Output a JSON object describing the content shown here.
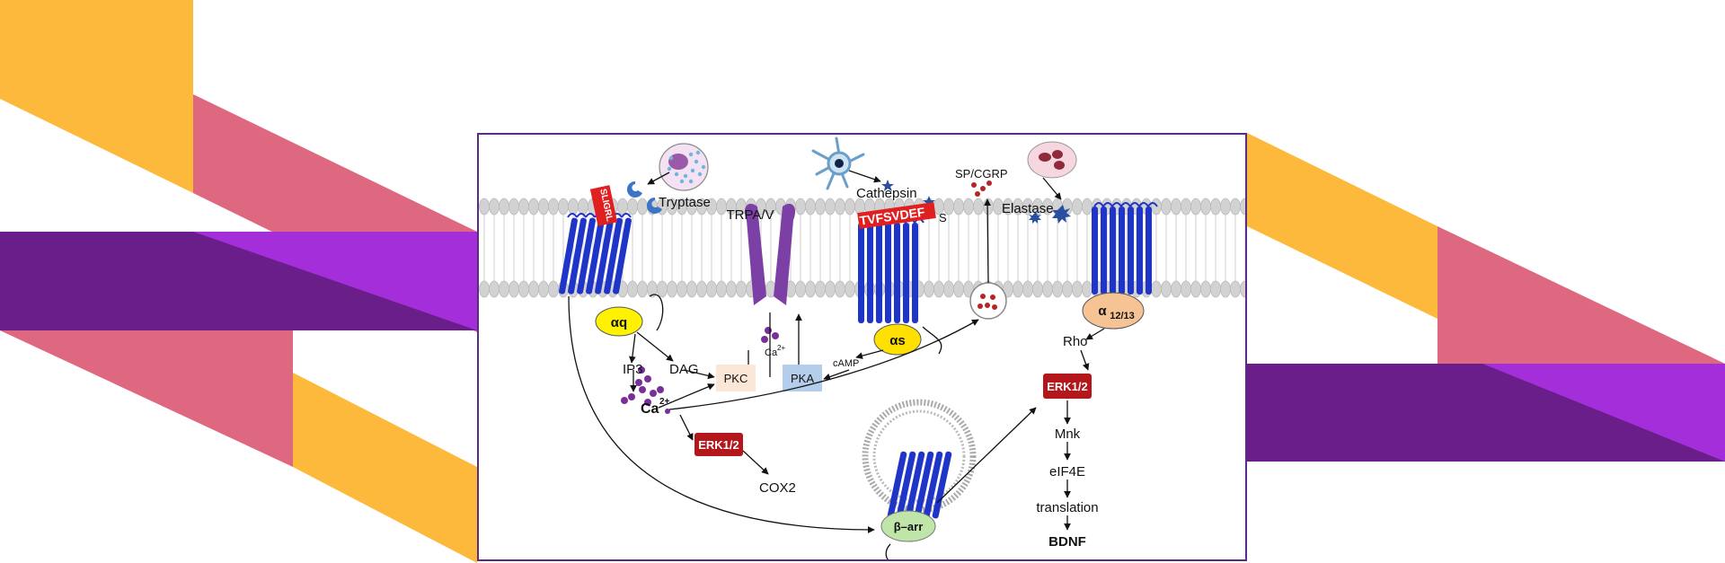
{
  "colors": {
    "orange": "#FDB93B",
    "pink": "#DE6880",
    "purple_dark": "#6A1E8A",
    "purple_bright": "#A52EDB",
    "panel_border": "#5a2d82",
    "receptor_blue": "#1F35C8",
    "erk_red": "#B3161B"
  },
  "diagram": {
    "tryptase": "Tryptase",
    "cleavage_1": "SLIGRL",
    "trp": "TRPA/V",
    "cathepsin": "Cathepsin",
    "cleavage_2": "TVFSVDEF",
    "cleavage_2_tail": "S",
    "sp_cgrp": "SP/CGRP",
    "elastase": "Elastase",
    "alpha_q": "αq",
    "alpha_s": "αs",
    "alpha_1213": "α",
    "alpha_1213_sub": "12/13",
    "ip3": "IP3",
    "dag": "DAG",
    "pkc": "PKC",
    "pka": "PKA",
    "camp": "cAMP",
    "ca_channel": "Ca",
    "ca_channel_sup": "2+",
    "ca_main": "Ca",
    "ca_main_sup": "2+",
    "erk_left": "ERK1/2",
    "cox2": "COX2",
    "rho": "Rho",
    "erk_right": "ERK1/2",
    "mnk": "Mnk",
    "eif4e": "eIF4E",
    "translation": "translation",
    "bdnf": "BDNF",
    "beta_arr": "β–arr"
  }
}
